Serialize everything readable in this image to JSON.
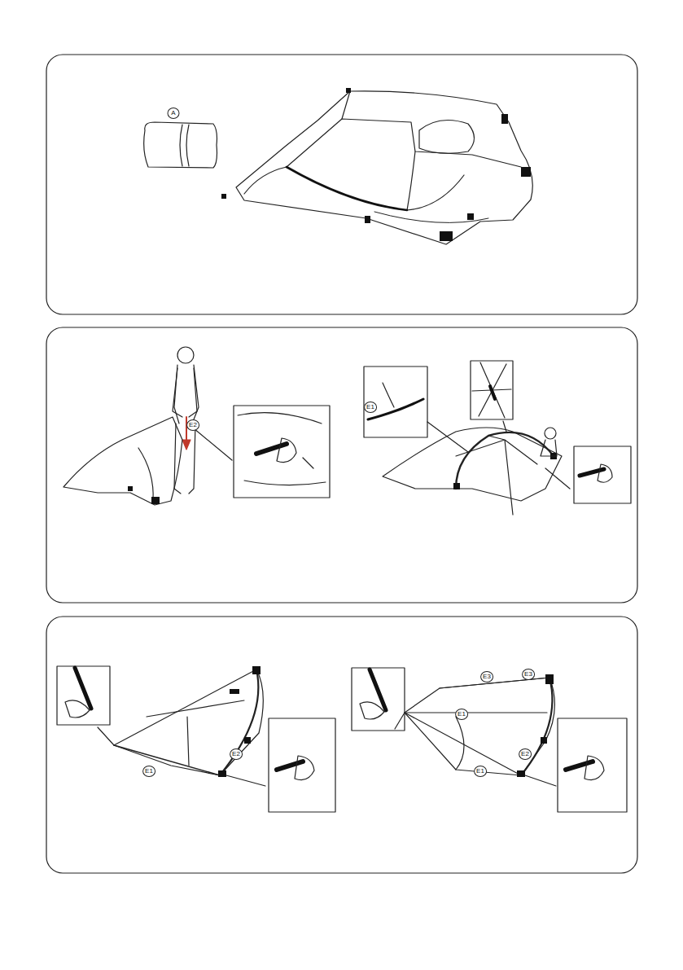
{
  "diagram": {
    "labels": [
      "A",
      "E2",
      "E1",
      "E1",
      "E2",
      "E3",
      "E3",
      "E1",
      "E1",
      "E2"
    ]
  }
}
